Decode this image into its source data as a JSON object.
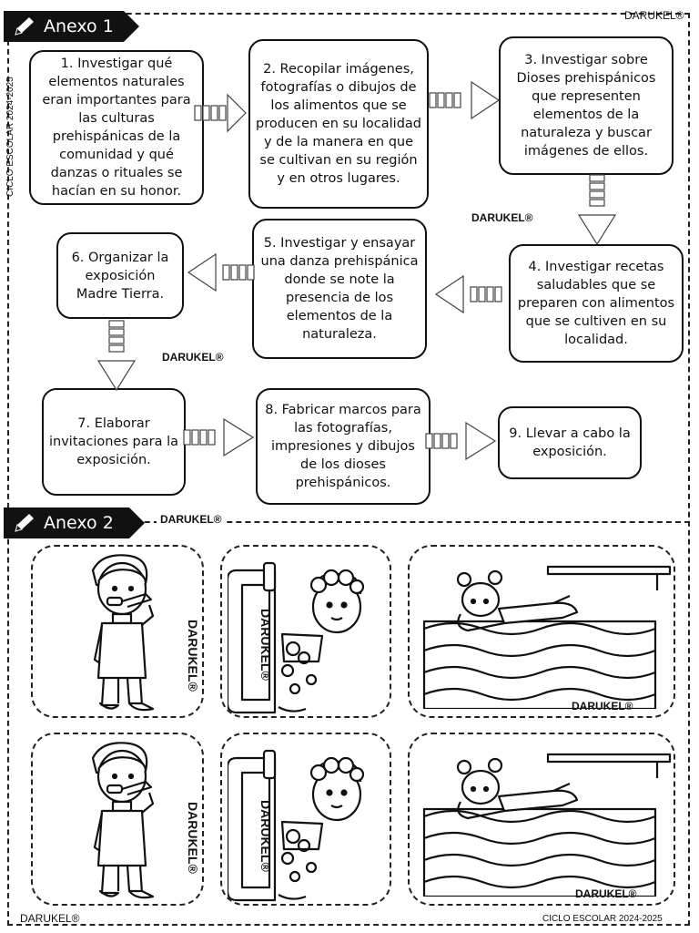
{
  "watermark": "DARUKEL®",
  "school_year": "CICLO ESCOLAR 2024-2025",
  "annex1": {
    "title": "Anexo 1",
    "steps": [
      {
        "label": "1. Investigar qué elementos naturales eran importantes para las culturas prehispánicas de la comunidad y qué danzas o rituales se hacían en su honor."
      },
      {
        "label": "2. Recopilar imágenes, fotografías o dibujos de los alimentos que se producen en su localidad y de la manera en que se cultivan en su región y en otros lugares."
      },
      {
        "label": "3. Investigar sobre Dioses prehispánicos que representen elementos de la naturaleza y buscar imágenes de ellos."
      },
      {
        "label": "4. Investigar recetas saludables que se preparen con alimentos que se cultiven en su localidad."
      },
      {
        "label": "5. Investigar y ensayar una danza prehispánica donde se note la presencia de los elementos de la naturaleza."
      },
      {
        "label": "6. Organizar la exposición Madre Tierra."
      },
      {
        "label": "7. Elaborar invitaciones para la exposición."
      },
      {
        "label": "8. Fabricar marcos para las fotografías, impresiones y dibujos de los dioses prehispánicos."
      },
      {
        "label": "9. Llevar a cabo la exposición."
      }
    ]
  },
  "annex2": {
    "title": "Anexo 2",
    "cards": [
      {
        "icon": "boy-brushing-teeth-icon"
      },
      {
        "icon": "child-bathing-icon"
      },
      {
        "icon": "girl-swimming-pool-icon"
      },
      {
        "icon": "boy-brushing-teeth-icon"
      },
      {
        "icon": "child-bathing-icon"
      },
      {
        "icon": "girl-swimming-pool-icon"
      }
    ]
  }
}
